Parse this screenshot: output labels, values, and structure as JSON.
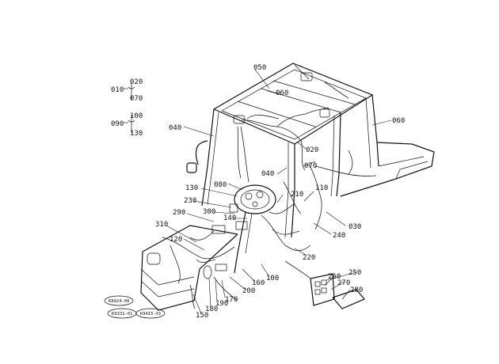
{
  "diagram": {
    "part_labels": {
      "p010": "010",
      "p020_top": "020",
      "p070_left": "070",
      "p090": "090",
      "p100_left": "100",
      "p130_left": "130",
      "p050": "050",
      "p060_top": "060",
      "p060_right": "060",
      "p040_top": "040",
      "p020_mid": "020",
      "p070_mid": "070",
      "p040_mid": "040",
      "p080": "080",
      "p130": "130",
      "p210": "210",
      "p110": "110",
      "p230": "230",
      "p300": "300",
      "p290": "290",
      "p140": "140",
      "p030": "030",
      "p240": "240",
      "p310": "310",
      "p120": "120",
      "p220": "220",
      "p250": "250",
      "p260": "260",
      "p270": "270",
      "p280": "280",
      "p100": "100",
      "p160": "160",
      "p200": "200",
      "p170": "170",
      "p190": "190",
      "p180": "180",
      "p150": "150"
    },
    "badges": {
      "b1": "K8024-00",
      "b2": "K9331-01",
      "b3": "K9415-01"
    }
  }
}
